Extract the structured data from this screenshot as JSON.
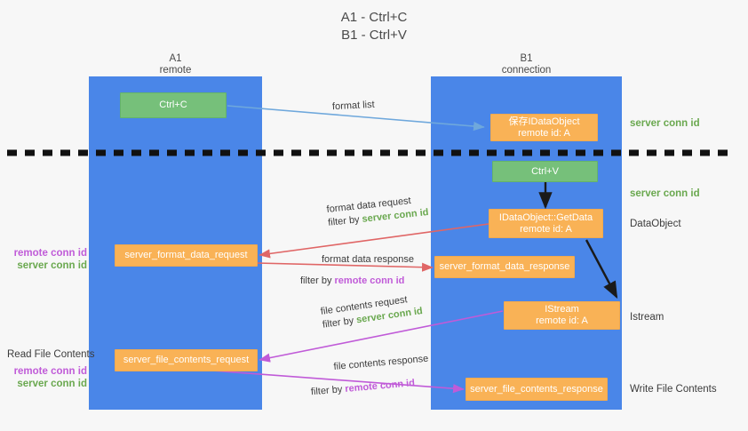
{
  "title": {
    "line1": "A1 - Ctrl+C",
    "line2": "B1 - Ctrl+V"
  },
  "columns": [
    {
      "name": "A1",
      "sub": "remote"
    },
    {
      "name": "B1",
      "sub": "connection"
    }
  ],
  "nodes": {
    "ctrl_c": {
      "label": "Ctrl+C"
    },
    "save_idataobject": {
      "line1": "保存IDataObject",
      "line2": "remote id: A"
    },
    "ctrl_v": {
      "label": "Ctrl+V"
    },
    "idataobject_getdata": {
      "line1": "IDataObject::GetData",
      "line2": "remote id: A"
    },
    "server_format_data_request": {
      "label": "server_format_data_request"
    },
    "server_format_data_response": {
      "label": "server_format_data_response"
    },
    "istream": {
      "line1": "IStream",
      "line2": "remote id: A"
    },
    "server_file_contents_request": {
      "label": "server_file_contents_request"
    },
    "server_file_contents_response": {
      "label": "server_file_contents_response"
    }
  },
  "right_labels": {
    "server_conn_id_top": "server conn id",
    "server_conn_id_second": "server conn id",
    "dataobject": "DataObject",
    "istream": "Istream",
    "write_file_contents": "Write File Contents"
  },
  "left_labels": {
    "remote_conn_id_1": "remote conn id",
    "server_conn_id_1": "server conn id",
    "read_file_contents": "Read File Contents",
    "remote_conn_id_2": "remote conn id",
    "server_conn_id_2": "server conn id"
  },
  "edges": {
    "format_list": {
      "text": "format list"
    },
    "format_data_request": {
      "line1": "format data request",
      "filter_prefix": "filter by ",
      "filter_value": "server conn id"
    },
    "format_data_response": {
      "line1": "format data response",
      "filter_prefix": "filter by ",
      "filter_value": "remote conn id"
    },
    "file_contents_request": {
      "line1": "file contents request",
      "filter_prefix": "filter by ",
      "filter_value": "server conn id"
    },
    "file_contents_response": {
      "line1": "file contents response",
      "filter_prefix": "filter by ",
      "filter_value": "remote conn id"
    }
  },
  "colors": {
    "lane": "#4a86e8",
    "green_node": "#76c07a",
    "orange_node": "#f9b256",
    "green_text": "#6aa84f",
    "purple_text": "#c05bd8",
    "light_blue_arrow": "#6fa8dc",
    "red_arrow": "#e06666",
    "magenta_arrow": "#c05bd8",
    "black_arrow": "#1a1a1a",
    "background": "#f7f7f7"
  }
}
